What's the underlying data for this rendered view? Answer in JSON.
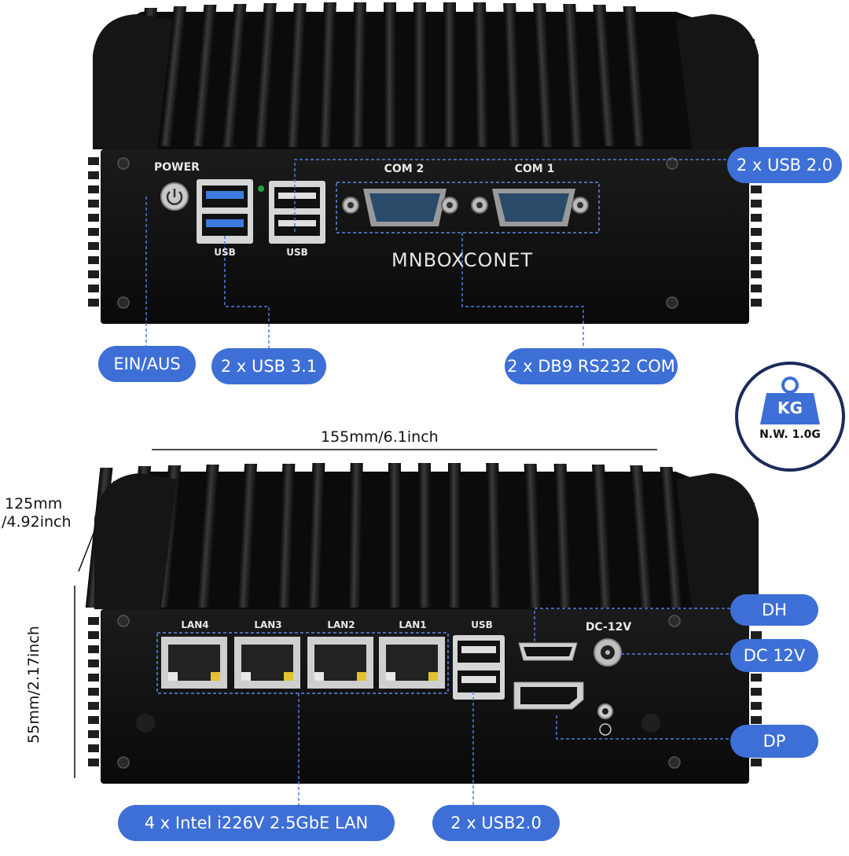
{
  "top_panel": {
    "power_label": "POWER",
    "usb_label_1": "USB",
    "usb_label_2": "USB",
    "com2_label": "COM 2",
    "com1_label": "COM 1",
    "brand": "MNBOXCONET"
  },
  "bottom_panel": {
    "lan4": "LAN4",
    "lan3": "LAN3",
    "lan2": "LAN2",
    "lan1": "LAN1",
    "usb_label": "USB",
    "dc_label": "DC-12V"
  },
  "callouts": {
    "usb20_top": "2 x USB 2.0",
    "power": "EIN/AUS",
    "usb31": "2 x USB 3.1",
    "com": "2 x DB9 RS232 COM",
    "hdmi": "DH",
    "dc": "DC 12V",
    "dp": "DP",
    "lan": "4 x Intel i226V 2.5GbE LAN",
    "usb20_bottom": "2 x USB2.0"
  },
  "dimensions": {
    "width": "155mm/6.1inch",
    "depth_line1": "125mm",
    "depth_line2": "/4.92inch",
    "height": "55mm/2.17inch"
  },
  "weight_badge": {
    "unit": "KG",
    "value": "N.W. 1.0G"
  },
  "colors": {
    "callout_blue": "#3d6fd6",
    "device_black": "#0d0d0d",
    "port_blue": "#3d7be0"
  }
}
